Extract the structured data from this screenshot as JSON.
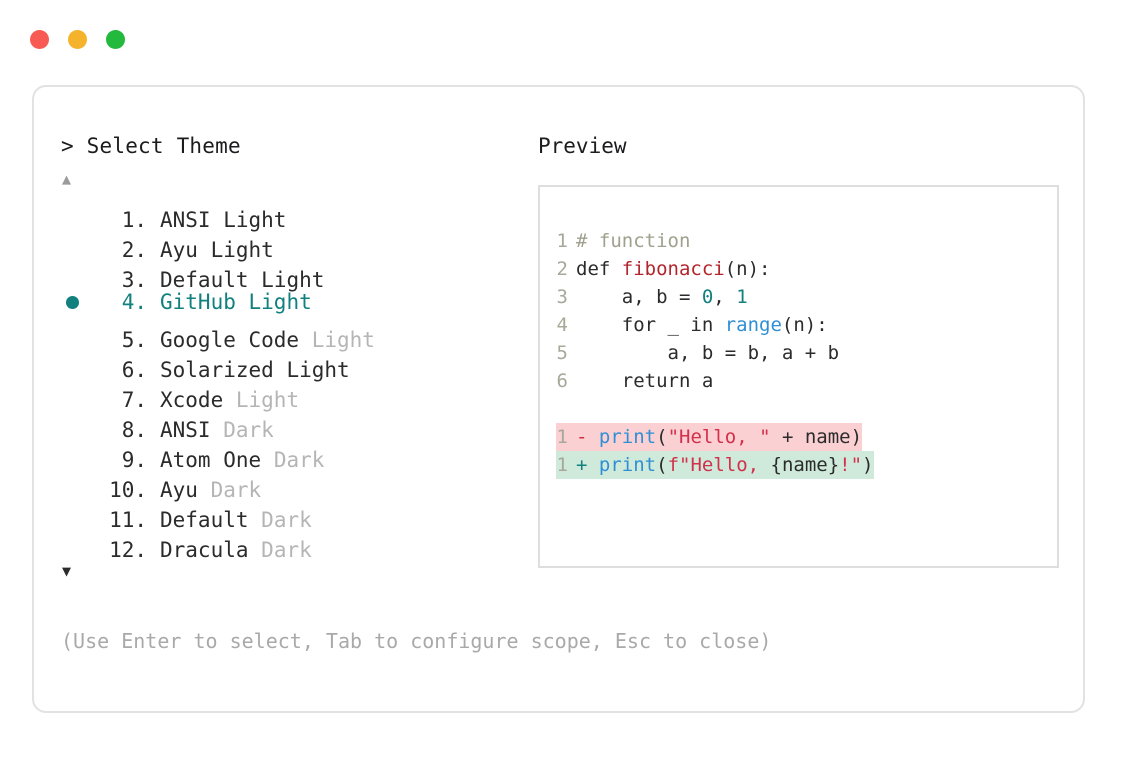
{
  "window": {
    "dots": [
      {
        "name": "close",
        "color": "#f85a54"
      },
      {
        "name": "minimize",
        "color": "#f5b32b"
      },
      {
        "name": "maximize",
        "color": "#22b93c"
      }
    ]
  },
  "selector": {
    "prompt": "> Select Theme",
    "scroll_up_icon": "▲",
    "scroll_down_icon": "▼",
    "selected_index": 4,
    "items": [
      {
        "number": " 1.",
        "name": "ANSI",
        "variant": "Light",
        "variant_muted": false,
        "selected": false
      },
      {
        "number": " 2.",
        "name": "Ayu",
        "variant": "Light",
        "variant_muted": false,
        "selected": false
      },
      {
        "number": " 3.",
        "name": "Default",
        "variant": "Light",
        "variant_muted": false,
        "selected": false
      },
      {
        "number": " 4.",
        "name": "GitHub",
        "variant": "Light",
        "variant_muted": false,
        "selected": true
      },
      {
        "number": " 5.",
        "name": "Google Code",
        "variant": "Light",
        "variant_muted": true,
        "selected": false
      },
      {
        "number": " 6.",
        "name": "Solarized",
        "variant": "Light",
        "variant_muted": false,
        "selected": false
      },
      {
        "number": " 7.",
        "name": "Xcode",
        "variant": "Light",
        "variant_muted": true,
        "selected": false
      },
      {
        "number": " 8.",
        "name": "ANSI",
        "variant": "Dark",
        "variant_muted": true,
        "selected": false
      },
      {
        "number": " 9.",
        "name": "Atom One",
        "variant": "Dark",
        "variant_muted": true,
        "selected": false
      },
      {
        "number": "10.",
        "name": "Ayu",
        "variant": "Dark",
        "variant_muted": true,
        "selected": false
      },
      {
        "number": "11.",
        "name": "Default",
        "variant": "Dark",
        "variant_muted": true,
        "selected": false
      },
      {
        "number": "12.",
        "name": "Dracula",
        "variant": "Dark",
        "variant_muted": true,
        "selected": false
      }
    ]
  },
  "preview": {
    "label": "Preview",
    "code": {
      "lines": [
        {
          "ln": "1",
          "tokens": [
            {
              "t": "# function",
              "c": "comment"
            }
          ]
        },
        {
          "ln": "2",
          "tokens": [
            {
              "t": "def ",
              "c": "kw"
            },
            {
              "t": "fibonacci",
              "c": "fnname"
            },
            {
              "t": "(n):",
              "c": "plain"
            }
          ]
        },
        {
          "ln": "3",
          "tokens": [
            {
              "t": "    a, b = ",
              "c": "plain"
            },
            {
              "t": "0",
              "c": "num"
            },
            {
              "t": ", ",
              "c": "plain"
            },
            {
              "t": "1",
              "c": "num"
            }
          ]
        },
        {
          "ln": "4",
          "tokens": [
            {
              "t": "    for _ in ",
              "c": "plain"
            },
            {
              "t": "range",
              "c": "builtin"
            },
            {
              "t": "(n):",
              "c": "plain"
            }
          ]
        },
        {
          "ln": "5",
          "tokens": [
            {
              "t": "        a, b = b, a + b",
              "c": "plain"
            }
          ]
        },
        {
          "ln": "6",
          "tokens": [
            {
              "t": "    return a",
              "c": "plain"
            }
          ]
        }
      ],
      "diff": [
        {
          "ln": "1",
          "marker": "-",
          "kind": "del",
          "tokens": [
            {
              "t": "print",
              "c": "print"
            },
            {
              "t": "(",
              "c": "plain"
            },
            {
              "t": "\"Hello, \"",
              "c": "str"
            },
            {
              "t": " + name)",
              "c": "plain"
            }
          ]
        },
        {
          "ln": "1",
          "marker": "+",
          "kind": "add",
          "tokens": [
            {
              "t": "print",
              "c": "print"
            },
            {
              "t": "(",
              "c": "plain"
            },
            {
              "t": "f\"Hello, ",
              "c": "str"
            },
            {
              "t": "{name}",
              "c": "plain"
            },
            {
              "t": "!\"",
              "c": "str"
            },
            {
              "t": ")",
              "c": "plain"
            }
          ]
        }
      ]
    }
  },
  "footer": {
    "hint": "(Use Enter to select, Tab to configure scope, Esc to close)"
  },
  "colors": {
    "accent_teal": "#11807f",
    "diff_del_bg": "#fbd0d3",
    "diff_add_bg": "#cfeada",
    "string_red": "#d2304b",
    "builtin_blue": "#2f8fd4",
    "fnname_red": "#b3252c",
    "muted_gray": "#b5b5b5",
    "border_gray": "#e2e2e2"
  }
}
